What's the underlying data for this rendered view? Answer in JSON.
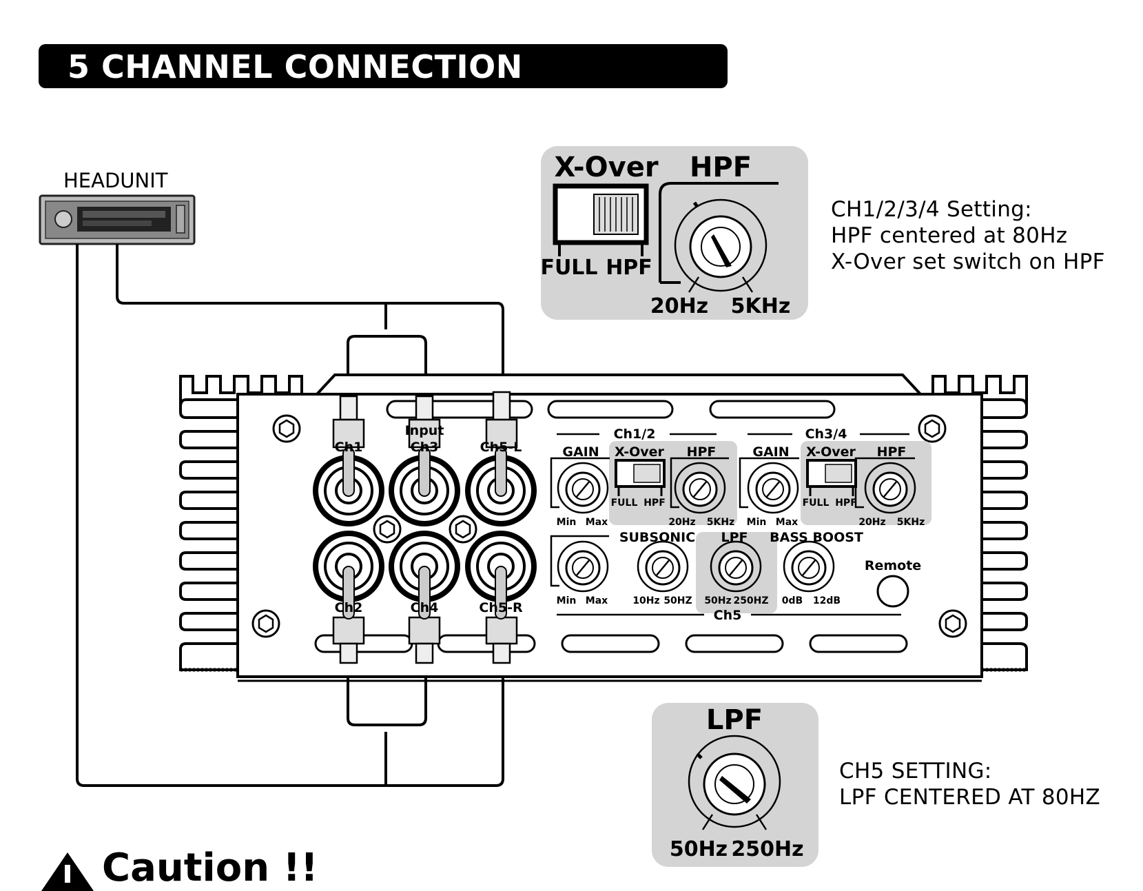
{
  "header": {
    "title": "5 CHANNEL CONNECTION"
  },
  "headunit": {
    "label": "HEADUNIT"
  },
  "hpf_callout": {
    "title_left": "X-Over",
    "title_right": "HPF",
    "switch_left": "FULL",
    "switch_right": "HPF",
    "knob_min": "20Hz",
    "knob_max": "5KHz"
  },
  "hpf_note": {
    "line1": "CH1/2/3/4 Setting:",
    "line2": "HPF centered at 80Hz",
    "line3": "X-Over set switch on HPF"
  },
  "lpf_callout": {
    "title": "LPF",
    "knob_min": "50Hz",
    "knob_max": "250Hz"
  },
  "lpf_note": {
    "line1": "CH5 SETTING:",
    "line2": "LPF CENTERED AT 80HZ"
  },
  "amp": {
    "input_label": "Input",
    "rca_top": [
      "Ch1",
      "Ch3",
      "Ch5-L"
    ],
    "rca_bottom": [
      "Ch2",
      "Ch4",
      "Ch5-R"
    ],
    "group_ch12": "Ch1/2",
    "group_ch34": "Ch3/4",
    "group_ch5": "Ch5",
    "gain": "GAIN",
    "xover": "X-Over",
    "hpf": "HPF",
    "full": "FULL",
    "min": "Min",
    "max": "Max",
    "hz20": "20Hz",
    "khz5": "5KHz",
    "subsonic": "SUBSONIC",
    "lpf": "LPF",
    "bass_boost": "BASS BOOST",
    "sub_min": "10Hz",
    "sub_max": "50HZ",
    "lpf_min": "50Hz",
    "lpf_max": "250HZ",
    "bb_min": "0dB",
    "bb_max": "12dB",
    "remote": "Remote"
  },
  "caution": {
    "text": "Caution !!"
  },
  "colors": {
    "panel_gray": "#d4d4d4",
    "banner": "#000000"
  }
}
